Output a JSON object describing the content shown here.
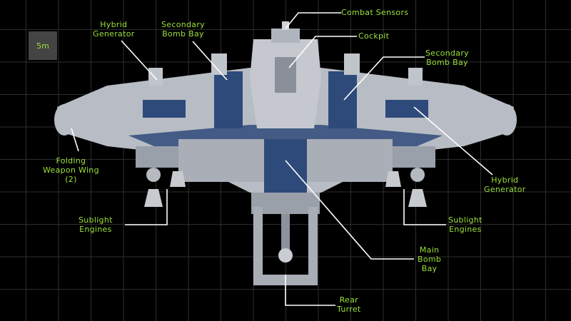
{
  "scale": {
    "label": "5m"
  },
  "labels": {
    "combat_sensors": "Combat Sensors",
    "cockpit": "Cockpit",
    "secondary_bomb_bay_right": "Secondary\nBomb Bay",
    "secondary_bomb_bay_left": "Secondary\nBomb Bay",
    "hybrid_generator_left": "Hybrid\nGenerator",
    "hybrid_generator_right": "Hybrid\nGenerator",
    "folding_weapon_wing": "Folding\nWeapon Wing\n(2)",
    "sublight_engines_left": "Sublight\nEngines",
    "sublight_engines_right": "Sublight\nEngines",
    "main_bomb_bay": "Main\nBomb\nBay",
    "rear_turret": "Rear\nTurret"
  },
  "colors": {
    "label": "#9be03a",
    "hull": "#b8bcc4",
    "panel": "#2e4a7a",
    "grid": "#2e2e2e"
  }
}
